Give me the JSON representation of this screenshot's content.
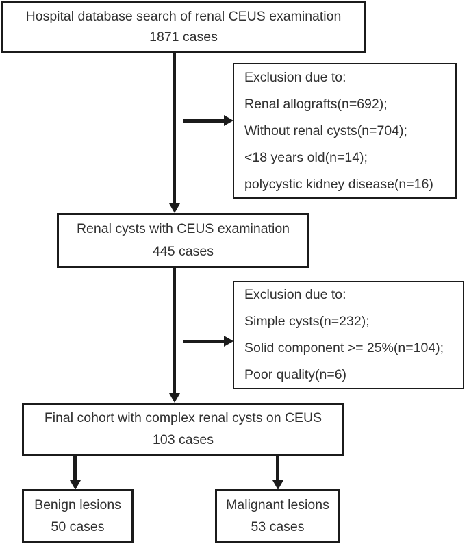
{
  "colors": {
    "background": "#ffffff",
    "box_border": "#1b1b1b",
    "arrow": "#1b1b1b",
    "text": "#303030"
  },
  "nodes": {
    "search": {
      "title": "Hospital database search of renal CEUS examination",
      "count": "1871 cases"
    },
    "exclusion1": {
      "header": "Exclusion due to:",
      "items": [
        "Renal allografts(n=692);",
        "Without renal cysts(n=704);",
        "<18 years old(n=14);",
        "polycystic kidney disease(n=16)"
      ]
    },
    "cysts": {
      "title": "Renal cysts with CEUS examination",
      "count": "445 cases"
    },
    "exclusion2": {
      "header": "Exclusion due to:",
      "items": [
        "Simple cysts(n=232);",
        "Solid component >= 25%(n=104);",
        "Poor quality(n=6)"
      ]
    },
    "final": {
      "title": "Final cohort with complex renal cysts on CEUS",
      "count": "103 cases"
    },
    "benign": {
      "title": "Benign lesions",
      "count": "50 cases"
    },
    "malignant": {
      "title": "Malignant lesions",
      "count": "53 cases"
    }
  },
  "icons": {
    "down_arrow": "black solid triangle pointing down",
    "right_arrow": "black solid triangle pointing right"
  }
}
